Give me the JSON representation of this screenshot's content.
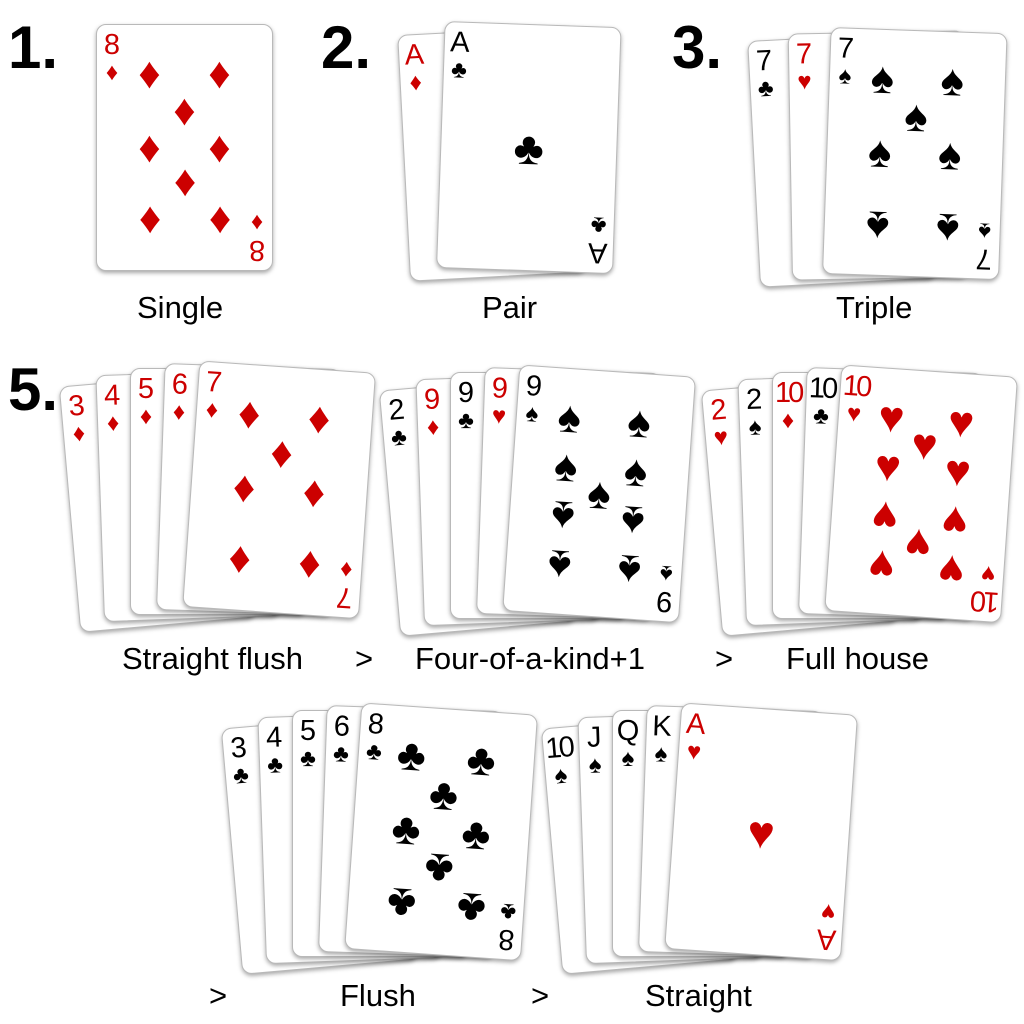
{
  "colors": {
    "red": "#cc0000",
    "black": "#000000"
  },
  "suit_glyphs": {
    "diamond": "♦",
    "club": "♣",
    "spade": "♠",
    "heart": "♥"
  },
  "sections": {
    "single_number": "1.",
    "pair_number": "2.",
    "triple_number": "3.",
    "five_number": "5."
  },
  "captions": {
    "single": "Single",
    "pair": "Pair",
    "triple": "Triple",
    "straight_flush": "Straight flush",
    "four_of_a_kind": "Four-of-a-kind+1",
    "full_house": "Full house",
    "flush": "Flush",
    "straight": "Straight",
    "gt1": ">",
    "gt2": ">",
    "gt3": ">",
    "gt4": ">"
  },
  "hands": {
    "single": [
      {
        "rank": "8",
        "suit": "diamond"
      }
    ],
    "pair": [
      {
        "rank": "A",
        "suit": "diamond"
      },
      {
        "rank": "A",
        "suit": "club"
      }
    ],
    "triple": [
      {
        "rank": "7",
        "suit": "club"
      },
      {
        "rank": "7",
        "suit": "heart"
      },
      {
        "rank": "7",
        "suit": "spade"
      }
    ],
    "straight_flush": [
      {
        "rank": "3",
        "suit": "diamond"
      },
      {
        "rank": "4",
        "suit": "diamond"
      },
      {
        "rank": "5",
        "suit": "diamond"
      },
      {
        "rank": "6",
        "suit": "diamond"
      },
      {
        "rank": "7",
        "suit": "diamond"
      }
    ],
    "four_of_a_kind": [
      {
        "rank": "2",
        "suit": "club"
      },
      {
        "rank": "9",
        "suit": "diamond"
      },
      {
        "rank": "9",
        "suit": "club"
      },
      {
        "rank": "9",
        "suit": "heart"
      },
      {
        "rank": "9",
        "suit": "spade"
      }
    ],
    "full_house": [
      {
        "rank": "2",
        "suit": "heart"
      },
      {
        "rank": "2",
        "suit": "spade"
      },
      {
        "rank": "10",
        "suit": "diamond"
      },
      {
        "rank": "10",
        "suit": "club"
      },
      {
        "rank": "10",
        "suit": "heart"
      }
    ],
    "flush": [
      {
        "rank": "3",
        "suit": "club"
      },
      {
        "rank": "4",
        "suit": "club"
      },
      {
        "rank": "5",
        "suit": "club"
      },
      {
        "rank": "6",
        "suit": "club"
      },
      {
        "rank": "8",
        "suit": "club"
      }
    ],
    "straight": [
      {
        "rank": "10",
        "suit": "spade"
      },
      {
        "rank": "J",
        "suit": "spade"
      },
      {
        "rank": "Q",
        "suit": "spade"
      },
      {
        "rank": "K",
        "suit": "spade"
      },
      {
        "rank": "A",
        "suit": "heart"
      }
    ]
  }
}
